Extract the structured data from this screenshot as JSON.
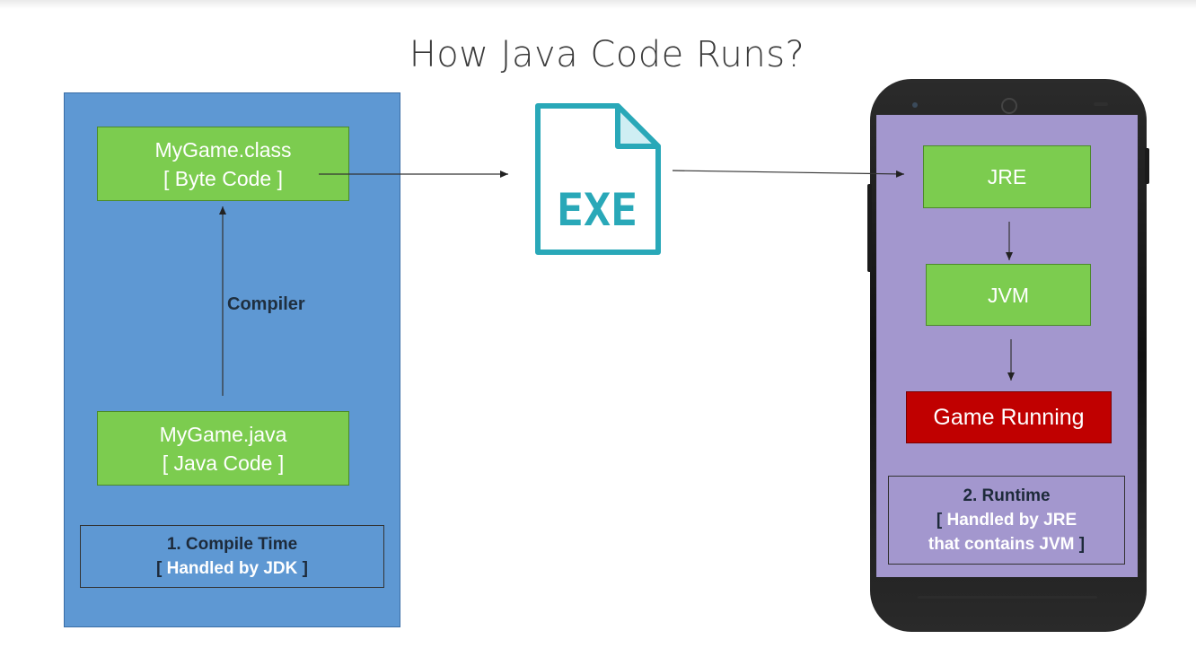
{
  "title": "How Java Code Runs?",
  "compile_side": {
    "class_box": {
      "line1": "MyGame.class",
      "line2": "[ Byte Code ]"
    },
    "java_box": {
      "line1": "MyGame.java",
      "line2": "[ Java Code ]"
    },
    "arrow_label": "Compiler",
    "note": {
      "line1": "1.  Compile Time",
      "bracket_open": "[ ",
      "handled": "Handled by JDK",
      "bracket_close": " ]"
    }
  },
  "exe_icon": {
    "label": "EXE",
    "icon": "exe-file-icon",
    "color": "#29a8b8"
  },
  "runtime_side": {
    "jre_box": "JRE",
    "jvm_box": "JVM",
    "game_box": "Game Running",
    "note": {
      "line1": "2. Runtime",
      "bracket_open": "[ ",
      "line2": "Handled by JRE",
      "line3": "that contains JVM",
      "bracket_close": " ]"
    }
  },
  "colors": {
    "compile_panel": "#5e98d3",
    "green_box": "#7ccc4f",
    "phone_screen": "#a397ce",
    "game_box": "#c00000"
  }
}
